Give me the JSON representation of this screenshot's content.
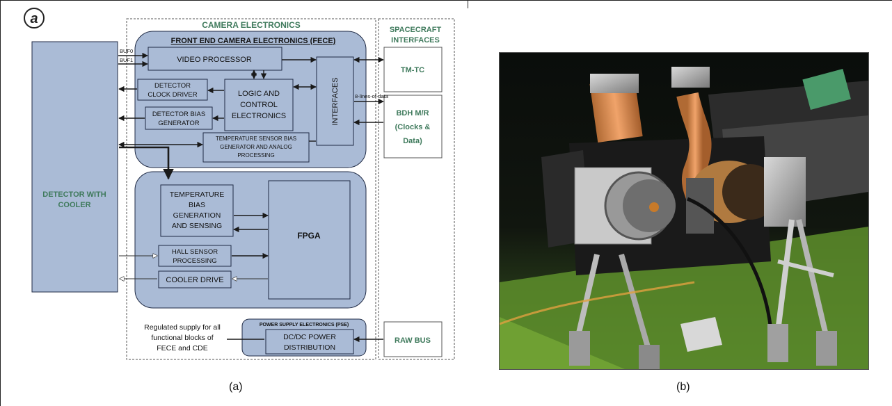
{
  "panel_a": {
    "label": "a",
    "caption": "(a)",
    "camera_electronics": "CAMERA ELECTRONICS",
    "spacecraft_interfaces": [
      "SPACECRAFT",
      "INTERFACES"
    ],
    "fece_title": "FRONT END CAMERA ELECTRONICS (FECE)",
    "video_processor": "VIDEO PROCESSOR",
    "detector_clock_driver": [
      "DETECTOR",
      "CLOCK DRIVER"
    ],
    "logic_control": [
      "LOGIC AND",
      "CONTROL",
      "ELECTRONICS"
    ],
    "detector_bias_generator": [
      "DETECTOR BIAS",
      "GENERATOR"
    ],
    "temp_sensor_bias": [
      "TEMPERATURE SENSOR BIAS",
      "GENERATOR AND ANALOG",
      "PROCESSING"
    ],
    "interfaces": "INTERFACES",
    "detector_with_cooler": [
      "DETECTOR WITH",
      "COOLER"
    ],
    "buf0": "BUF0",
    "buf1": "BUF1",
    "temperature_bias": [
      "TEMPERATURE",
      "BIAS",
      "GENERATION",
      "AND SENSING"
    ],
    "fpga": "FPGA",
    "hall_sensor": [
      "HALL SENSOR",
      "PROCESSING"
    ],
    "cooler_drive": "COOLER DRIVE",
    "tm_tc": "TM-TC",
    "bdh": [
      "BDH M/R",
      "(Clocks &",
      "Data)"
    ],
    "bytes_of_data": "8-lines-of-data",
    "raw_bus": "RAW BUS",
    "pse_title": "POWER SUPPLY ELECTRONICS (PSE)",
    "dc_dc": [
      "DC/DC POWER",
      "DISTRIBUTION"
    ],
    "regulated_supply": [
      "Regulated supply for all",
      "functional blocks of",
      "FECE and CDE"
    ]
  },
  "panel_b": {
    "caption": "(b)"
  },
  "colors": {
    "block_fill": "#aabbd6",
    "block_stroke": "#1f2a44",
    "title_green": "#3f7a5c",
    "arrow": "#1a1a1a"
  }
}
